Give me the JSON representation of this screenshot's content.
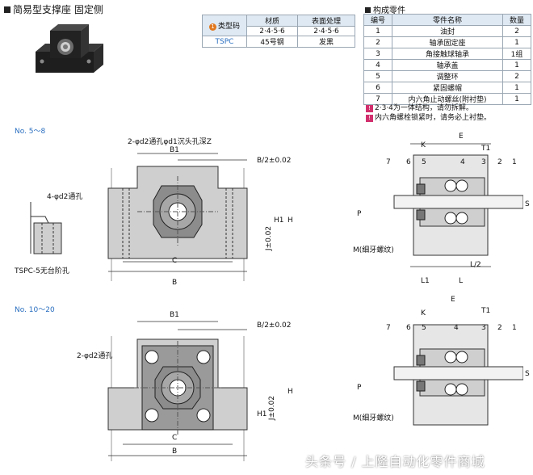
{
  "header": {
    "title": "简易型支撑座 固定侧",
    "parts_title": "构成零件"
  },
  "material_table": {
    "col_type": "类型码",
    "col_type_badge": "1",
    "col_material": "材质",
    "col_surface": "表面处理",
    "sub_material": "2·4·5·6",
    "sub_surface": "2·4·5·6",
    "row_code": "TSPC",
    "row_material": "45号钢",
    "row_surface": "发黑"
  },
  "parts_table": {
    "headers": [
      "编号",
      "零件名称",
      "数量"
    ],
    "rows": [
      [
        "1",
        "油封",
        "2"
      ],
      [
        "2",
        "轴承固定座",
        "1"
      ],
      [
        "3",
        "角接触球轴承",
        "1组"
      ],
      [
        "4",
        "轴承盖",
        "1"
      ],
      [
        "5",
        "调整环",
        "2"
      ],
      [
        "6",
        "紧固螺帽",
        "1"
      ],
      [
        "7",
        "内六角止动螺丝(附衬垫)",
        "1"
      ]
    ]
  },
  "notes": [
    {
      "badge": "!",
      "text": "2·3·4为一体结构，请勿拆解。"
    },
    {
      "badge": "!",
      "text": "内六角螺栓锁紧时，请务必上衬垫。"
    }
  ],
  "section1": {
    "label": "No. 5～8",
    "hole_note": "2-φd2通孔φd1沉头孔深Z",
    "side_hole": "4-φd2通孔",
    "side_note": "TSPC-5无台阶孔",
    "dim_b1": "B1",
    "dim_b2": "B/2±0.02",
    "dim_c": "C",
    "dim_b": "B",
    "dim_h1": "H1",
    "dim_j": "J±0.02",
    "dim_h": "H",
    "dim_e": "E",
    "dim_k": "K",
    "dim_t1": "T1",
    "dim_p": "P",
    "dim_s": "S",
    "dim_l1": "L1",
    "dim_l": "L",
    "dim_l2": "L/2",
    "thread": "M(细牙螺纹)",
    "callouts": [
      "7",
      "6",
      "5",
      "4",
      "3",
      "2",
      "1"
    ]
  },
  "section2": {
    "label": "No. 10～20",
    "hole_note": "2-φd2通孔",
    "dim_b1": "B1",
    "dim_b2": "B/2±0.02",
    "dim_c": "C",
    "dim_b": "B",
    "dim_h1": "H1",
    "dim_j": "J±0.02",
    "dim_h": "H",
    "dim_e": "E",
    "dim_k": "K",
    "dim_t1": "T1",
    "dim_p": "P",
    "dim_s": "S",
    "thread": "M(细牙螺纹)",
    "callouts": [
      "7",
      "6",
      "5",
      "4",
      "3",
      "2",
      "1"
    ]
  },
  "watermark": "头条号 / 上隆自动化零件商城"
}
